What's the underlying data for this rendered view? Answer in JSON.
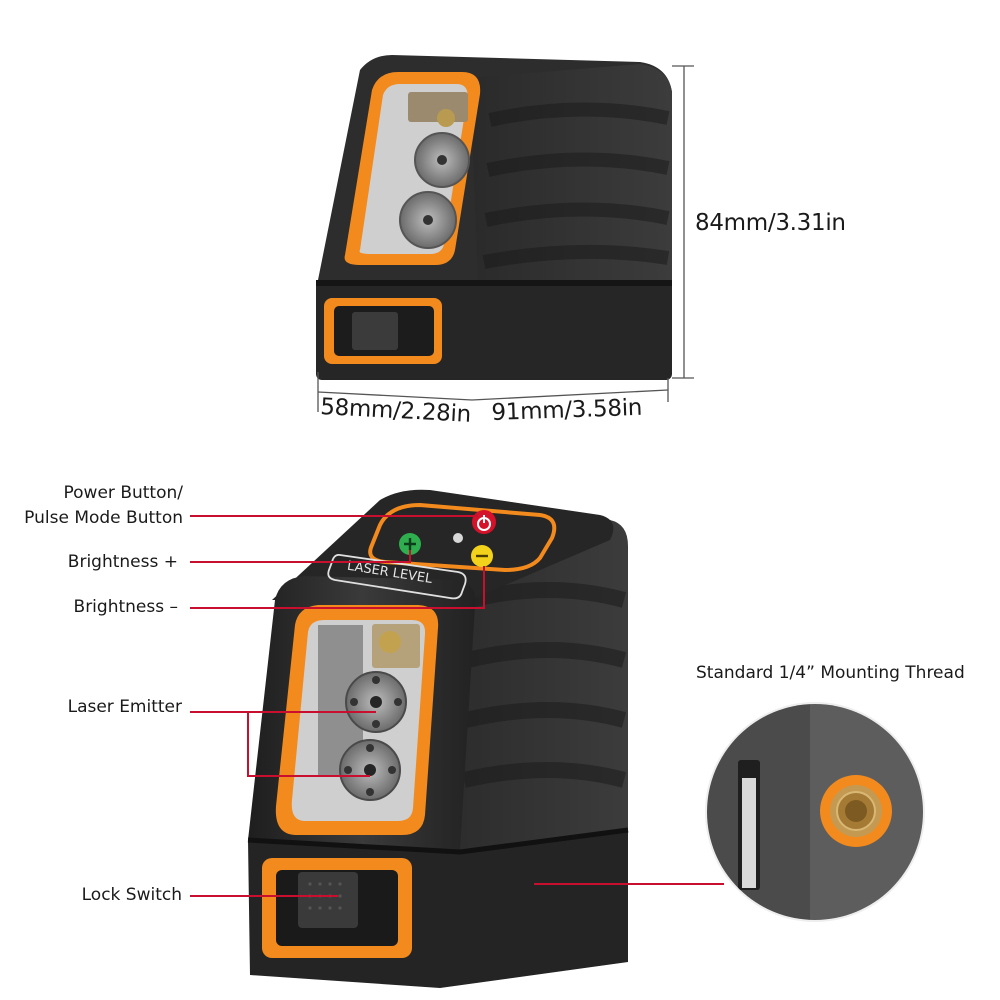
{
  "dimensions": {
    "height": "84mm/3.31in",
    "depth": "58mm/2.28in",
    "width": "91mm/3.58in"
  },
  "callouts": {
    "power_line1": "Power Button/",
    "power_line2": "Pulse Mode Button",
    "brightness_plus": "Brightness +",
    "brightness_minus": "Brightness –",
    "laser_emitter": "Laser Emitter",
    "lock_switch": "Lock Switch",
    "mounting_thread": "Standard 1/4” Mounting Thread"
  },
  "device": {
    "panel_label": "LASER LEVEL"
  },
  "colors": {
    "accent_orange": "#f28a1e",
    "body_dark": "#2b2b2b",
    "callout_line": "#c8102e",
    "button_green": "#2fae4f",
    "button_yellow": "#f3d21c",
    "button_red": "#d4122a"
  }
}
